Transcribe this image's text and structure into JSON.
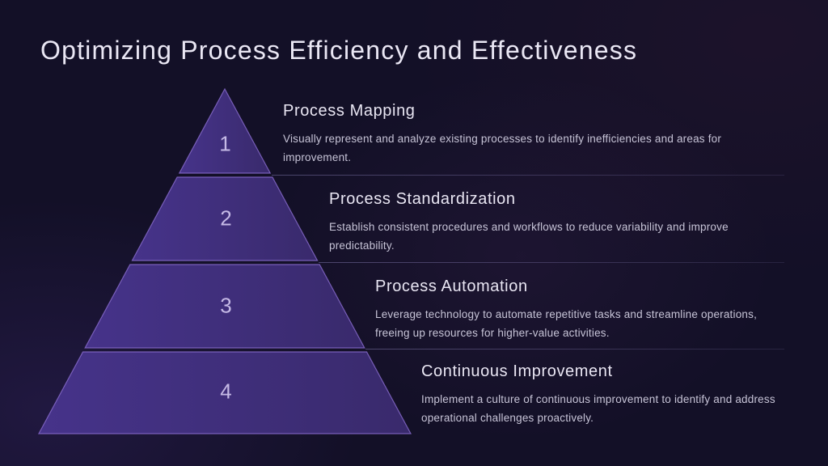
{
  "slide": {
    "title": "Optimizing Process Efficiency and Effectiveness"
  },
  "pyramid": {
    "levels": [
      {
        "number": "1",
        "title": "Process Mapping",
        "description_lines": [
          "Visually represent and analyze existing processes to identify inefficiencies and areas for",
          "improvement."
        ]
      },
      {
        "number": "2",
        "title": "Process Standardization",
        "description_lines": [
          "Establish consistent procedures and workflows to reduce variability and improve",
          "predictability."
        ]
      },
      {
        "number": "3",
        "title": "Process Automation",
        "description_lines": [
          "Leverage technology to automate repetitive tasks and streamline operations,",
          "freeing up resources for higher-value activities."
        ]
      },
      {
        "number": "4",
        "title": "Continuous Improvement",
        "description_lines": [
          "Implement a culture of continuous improvement to identify and address",
          "operational challenges proactively."
        ]
      }
    ]
  },
  "colors": {
    "background": "#131027",
    "pyramid_fill_light": "#46338a",
    "pyramid_fill_dark": "#392a6c",
    "pyramid_stroke": "#7c60bd",
    "title_text": "#eae7f4",
    "section_title_text": "#e9e6f3",
    "description_text": "#c7c4d7",
    "number_text": "#c6bae6",
    "divider": "#a096d4"
  }
}
